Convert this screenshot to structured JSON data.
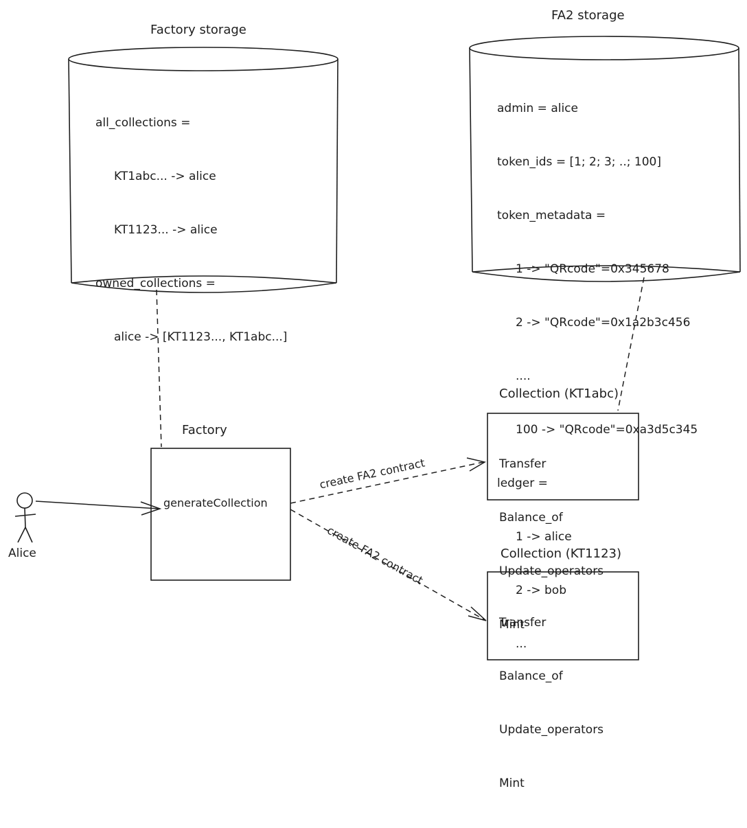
{
  "factory_storage": {
    "title": "Factory storage",
    "lines": [
      "all_collections =",
      "     KT1abc... -> alice",
      "     KT1123... -> alice",
      "owned_collections =",
      "     alice -> [KT1123..., KT1abc...]"
    ]
  },
  "fa2_storage": {
    "title": "FA2 storage",
    "lines": [
      "admin = alice",
      "token_ids = [1; 2; 3; ..; 100]",
      "token_metadata =",
      "     1 -> \"QRcode\"=0x345678",
      "     2 -> \"QRcode\"=0x1a2b3c456",
      "     ....",
      "     100 -> \"QRcode\"=0xa3d5c345",
      "ledger =",
      "     1 -> alice",
      "     2 -> bob",
      "     ..."
    ]
  },
  "factory": {
    "title": "Factory",
    "entrypoint": "generateCollection"
  },
  "actor": {
    "name": "Alice"
  },
  "collection_abc": {
    "title": "Collection (KT1abc)",
    "entrypoints": [
      "Transfer",
      "Balance_of",
      "Update_operators",
      "Mint"
    ]
  },
  "collection_123": {
    "title": "Collection (KT1123)",
    "entrypoints": [
      "Transfer",
      "Balance_of",
      "Update_operators",
      "Mint"
    ]
  },
  "edges": {
    "create_abc": "create FA2 contract",
    "create_123": "create FA2 contract"
  },
  "colors": {
    "stroke": "#1e1e1e",
    "background": "#ffffff"
  }
}
